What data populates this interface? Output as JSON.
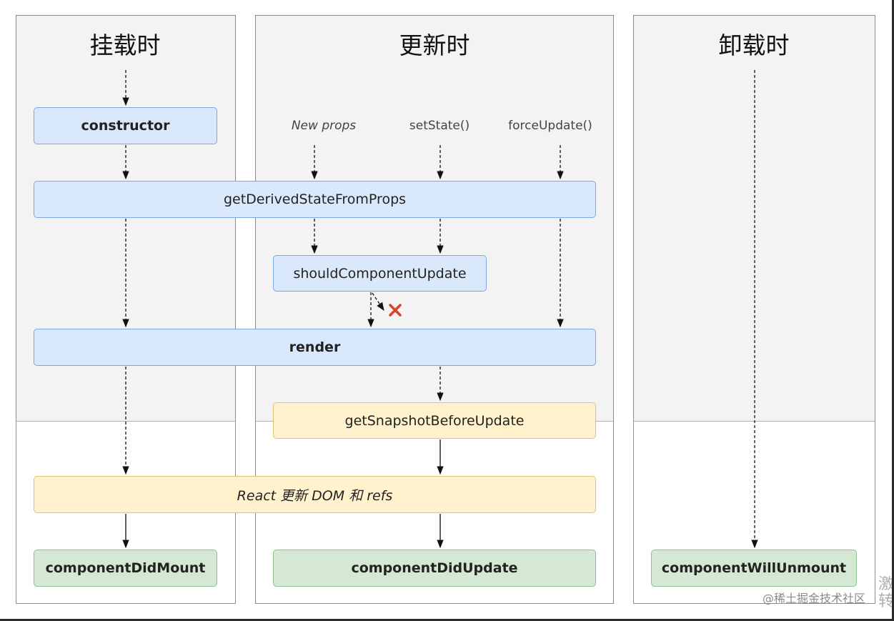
{
  "phases": {
    "mount": "挂载时",
    "update": "更新时",
    "unmount": "卸载时"
  },
  "triggers": {
    "new_props": "New props",
    "set_state": "setState()",
    "force_update": "forceUpdate()"
  },
  "nodes": {
    "constructor": "constructor",
    "get_derived_state": "getDerivedStateFromProps",
    "should_update": "shouldComponentUpdate",
    "render": "render",
    "get_snapshot": "getSnapshotBeforeUpdate",
    "react_update_dom": "React 更新 DOM 和 refs",
    "did_mount": "componentDidMount",
    "did_update": "componentDidUpdate",
    "will_unmount": "componentWillUnmount"
  },
  "watermark": "@稀土掘金技术社区",
  "watermark_cut": "激 转",
  "colors": {
    "blue_fill": "#dae8fc",
    "yellow_fill": "#fff2cc",
    "green_fill": "#d5e8d4",
    "cancel_mark": "#d9442b"
  }
}
